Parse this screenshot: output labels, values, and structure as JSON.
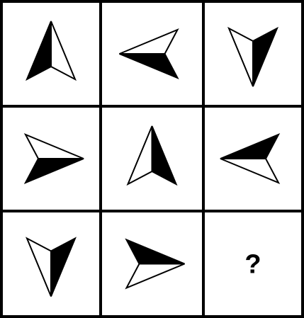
{
  "puzzle": {
    "rows": 3,
    "columns": 3,
    "colors": {
      "background": "#ffffff",
      "grid_line": "#000000",
      "arrow_fill_dark": "#000000",
      "arrow_fill_light": "#ffffff",
      "arrow_stroke": "#000000"
    },
    "cells": [
      {
        "shape": "arrowhead",
        "pointing": "up",
        "dark_half": "left"
      },
      {
        "shape": "arrowhead",
        "pointing": "left",
        "dark_half": "bottom"
      },
      {
        "shape": "arrowhead",
        "pointing": "down",
        "dark_half": "right"
      },
      {
        "shape": "arrowhead",
        "pointing": "right",
        "dark_half": "bottom"
      },
      {
        "shape": "arrowhead",
        "pointing": "up",
        "dark_half": "right"
      },
      {
        "shape": "arrowhead",
        "pointing": "left",
        "dark_half": "top"
      },
      {
        "shape": "arrowhead",
        "pointing": "down",
        "dark_half": "right"
      },
      {
        "shape": "arrowhead",
        "pointing": "right",
        "dark_half": "top"
      },
      {
        "shape": "unknown",
        "text": "?"
      }
    ]
  }
}
